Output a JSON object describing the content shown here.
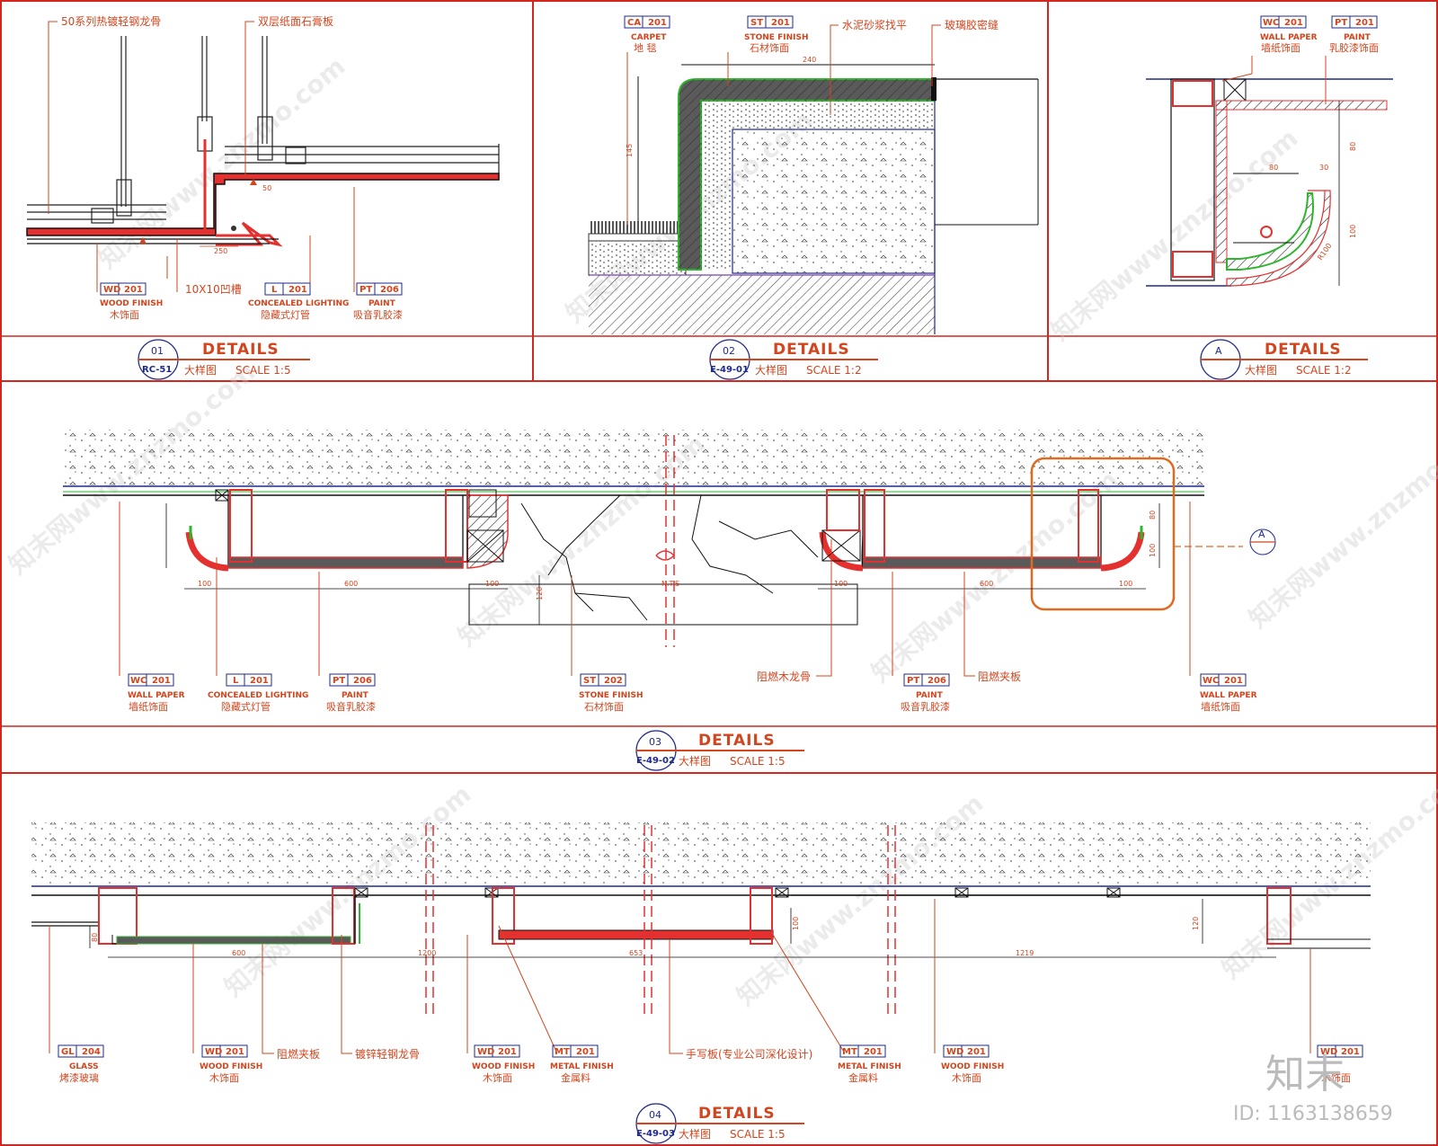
{
  "panels": {
    "d01": {
      "num": "01",
      "ref": "RC-51",
      "title": "DETAILS",
      "subtitle_cn": "大样图",
      "scale": "SCALE 1:5",
      "callouts_top": [
        "50系列热镀轻钢龙骨",
        "双层纸面石膏板"
      ],
      "groove_label": "10X10凹槽",
      "dims": [
        "50",
        "250"
      ],
      "tags": [
        {
          "code": "WD",
          "num": "201",
          "eng": "WOOD FINISH",
          "cn": "木饰面"
        },
        {
          "code": "L",
          "num": "201",
          "eng": "CONCEALED LIGHTING",
          "cn": "隐藏式灯管"
        },
        {
          "code": "PT",
          "num": "206",
          "eng": "PAINT",
          "cn": "吸音乳胶漆"
        }
      ]
    },
    "d02": {
      "num": "02",
      "ref": "E-49-01",
      "title": "DETAILS",
      "subtitle_cn": "大样图",
      "scale": "SCALE 1:2",
      "callouts_top": [
        "水泥砂浆找平",
        "玻璃胶密缝"
      ],
      "dims": [
        "240",
        "145"
      ],
      "tags": [
        {
          "code": "CA",
          "num": "201",
          "eng": "CARPET",
          "cn": "地 毯"
        },
        {
          "code": "ST",
          "num": "201",
          "eng": "STONE FINISH",
          "cn": "石材饰面"
        }
      ]
    },
    "dA": {
      "num": "A",
      "ref": "",
      "title": "DETAILS",
      "subtitle_cn": "大样图",
      "scale": "SCALE 1:2",
      "dims": [
        "80",
        "80",
        "30",
        "100",
        "R100"
      ],
      "tags": [
        {
          "code": "WC",
          "num": "201",
          "eng": "WALL PAPER",
          "cn": "墙纸饰面"
        },
        {
          "code": "PT",
          "num": "201",
          "eng": "PAINT",
          "cn": "乳胶漆饰面"
        }
      ]
    },
    "d03": {
      "num": "03",
      "ref": "E-49-02",
      "title": "DETAILS",
      "subtitle_cn": "大样图",
      "scale": "SCALE 1:5",
      "callouts": [
        "阻燃木龙骨",
        "阻燃夹板"
      ],
      "dims": [
        "100",
        "600",
        "100",
        "120",
        "N.T.S",
        "100",
        "600",
        "100",
        "80",
        "100"
      ],
      "section_mark": "A",
      "tags": [
        {
          "code": "WC",
          "num": "201",
          "eng": "WALL PAPER",
          "cn": "墙纸饰面"
        },
        {
          "code": "L",
          "num": "201",
          "eng": "CONCEALED LIGHTING",
          "cn": "隐藏式灯管"
        },
        {
          "code": "PT",
          "num": "206",
          "eng": "PAINT",
          "cn": "吸音乳胶漆"
        },
        {
          "code": "ST",
          "num": "202",
          "eng": "STONE FINISH",
          "cn": "石材饰面"
        },
        {
          "code": "PT",
          "num": "206",
          "eng": "PAINT",
          "cn": "吸音乳胶漆"
        },
        {
          "code": "WC",
          "num": "201",
          "eng": "WALL PAPER",
          "cn": "墙纸饰面"
        }
      ]
    },
    "d04": {
      "num": "04",
      "ref": "E-49-03",
      "title": "DETAILS",
      "subtitle_cn": "大样图",
      "scale": "SCALE 1:5",
      "callouts": [
        "阻燃夹板",
        "镀锌轻钢龙骨",
        "手写板(专业公司深化设计)"
      ],
      "dims": [
        "600",
        "1200",
        "653",
        "1219",
        "80",
        "100",
        "120"
      ],
      "tags": [
        {
          "code": "GL",
          "num": "204",
          "eng": "GLASS",
          "cn": "烤漆玻璃"
        },
        {
          "code": "WD",
          "num": "201",
          "eng": "WOOD FINISH",
          "cn": "木饰面"
        },
        {
          "code": "WD",
          "num": "201",
          "eng": "WOOD FINISH",
          "cn": "木饰面"
        },
        {
          "code": "MT",
          "num": "201",
          "eng": "METAL FINISH",
          "cn": "金属料"
        },
        {
          "code": "MT",
          "num": "201",
          "eng": "METAL FINISH",
          "cn": "金属料"
        },
        {
          "code": "WD",
          "num": "201",
          "eng": "WOOD FINISH",
          "cn": "木饰面"
        },
        {
          "code": "WD",
          "num": "201",
          "eng": "",
          "cn": "木饰面"
        }
      ]
    }
  },
  "watermark": {
    "text": "知末网www.znzmo.com",
    "brand": "知末",
    "id": "ID: 1163138659"
  },
  "colors": {
    "ink": "#d2451e",
    "frame": "#d2261e",
    "blue": "#1f2a8c",
    "green": "#2db52d",
    "fill": "#e53030"
  }
}
